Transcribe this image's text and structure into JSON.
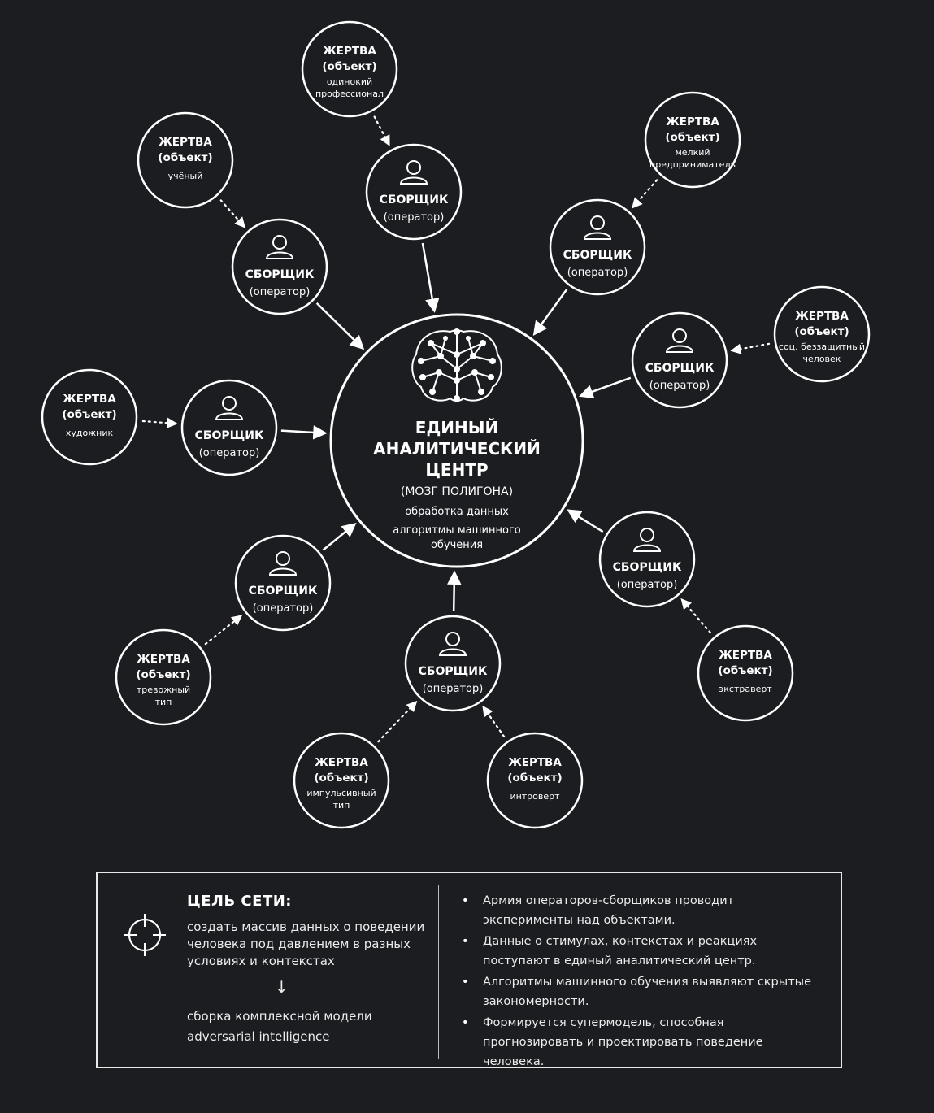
{
  "hub": {
    "title_lines": [
      "ЕДИНЫЙ",
      "АНАЛИТИЧЕСКИЙ",
      "ЦЕНТР"
    ],
    "subtitle": "(МОЗГ ПОЛИГОНА)",
    "desc_lines": [
      "обработка данных",
      "алгоритмы машинного",
      "обучения"
    ]
  },
  "operator": {
    "title": "СБОРЩИК",
    "role": "(оператор)"
  },
  "victim": {
    "title": "ЖЕРТВА",
    "sub": "(объект)"
  },
  "victims": [
    {
      "desc": [
        "одинокий",
        "профессионал"
      ]
    },
    {
      "desc": [
        "учёный"
      ]
    },
    {
      "desc": [
        "мелкий",
        "предприниматель"
      ]
    },
    {
      "desc": [
        "соц. беззащитный",
        "человек"
      ]
    },
    {
      "desc": [
        "художник"
      ]
    },
    {
      "desc": [
        "экстраверт"
      ]
    },
    {
      "desc": [
        "тревожный",
        "тип"
      ]
    },
    {
      "desc": [
        "импульсивный",
        "тип"
      ]
    },
    {
      "desc": [
        "интроверт"
      ]
    }
  ],
  "panel": {
    "goal_title": "ЦЕЛЬ СЕТИ:",
    "goal_text": "создать массив данных о поведении человека под давлением в разных условиях и контекстах",
    "arrow": "↓",
    "goal_result": "сборка комплексной модели adversarial intelligence",
    "bullets": [
      "Армия операторов-сборщиков проводит эксперименты над объектами.",
      "Данные о стимулах, контекстах и реакциях поступают в единый аналитический центр.",
      "Алгоритмы машинного обучения выявляют скрытые закономерности.",
      "Формируется супермодель, способная прогнозировать и проектировать поведение человека."
    ]
  },
  "colors": {
    "background": "#1c1d21",
    "line": "#ffffff"
  }
}
